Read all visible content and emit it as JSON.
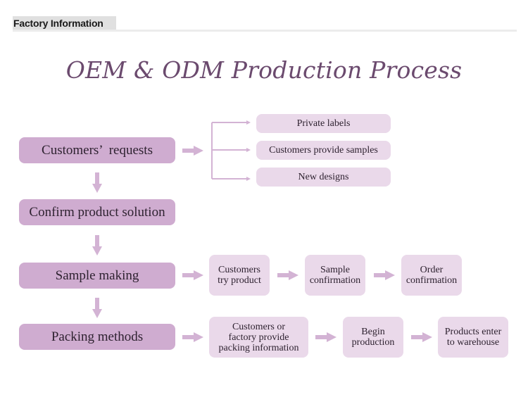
{
  "header": {
    "label": "Factory Information"
  },
  "title": "OEM & ODM Production Process",
  "colors": {
    "main_box": "#cfacd0",
    "sub_box": "#ead9ea",
    "arrow": "#d3b3d4",
    "title": "#6b4a6e"
  },
  "steps": [
    {
      "label": "Customers’  requests"
    },
    {
      "label": "Confirm product solution"
    },
    {
      "label": "Sample making"
    },
    {
      "label": "Packing methods"
    }
  ],
  "request_options": [
    {
      "label": "Private labels"
    },
    {
      "label": "Customers provide samples"
    },
    {
      "label": "New designs"
    }
  ],
  "sample_flow": [
    {
      "line1": "Customers",
      "line2": "try product"
    },
    {
      "line1": "Sample",
      "line2": "confirmation"
    },
    {
      "line1": "Order",
      "line2": "confirmation"
    }
  ],
  "packing_flow": [
    {
      "line1": "Customers or",
      "line2": "factory provide",
      "line3": "packing information"
    },
    {
      "line1": "Begin",
      "line2": "production"
    },
    {
      "line1": "Products enter",
      "line2": "to warehouse"
    }
  ]
}
